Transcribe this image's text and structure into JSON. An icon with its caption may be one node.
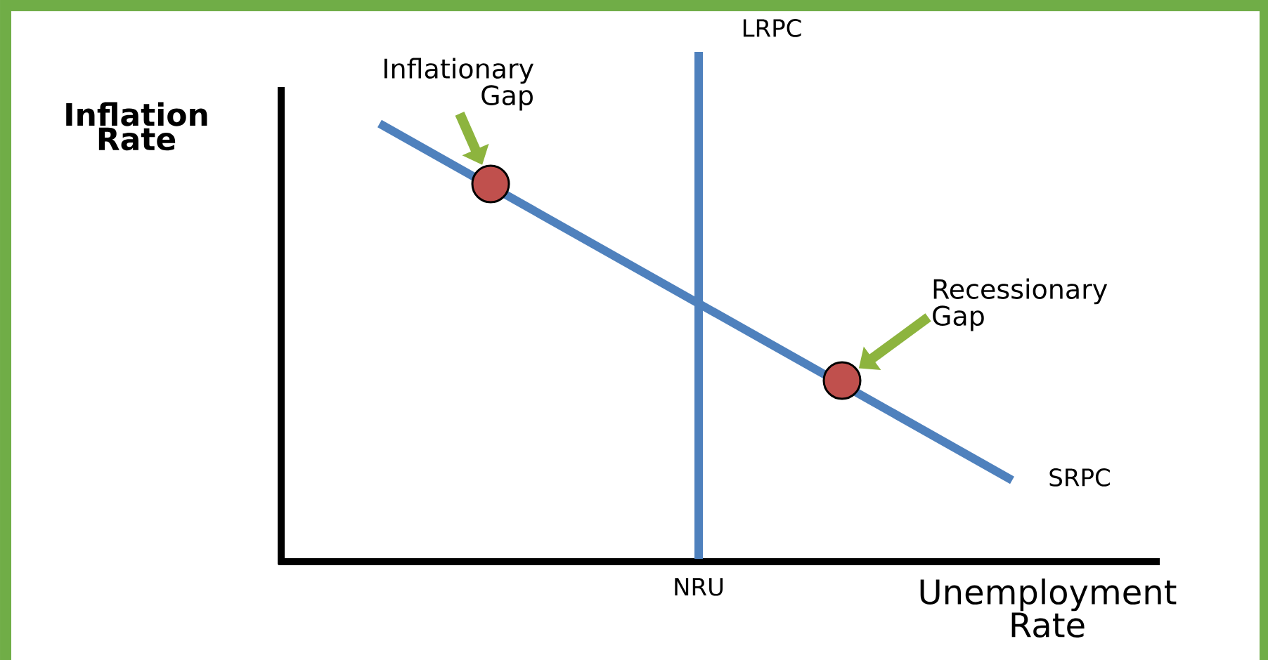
{
  "diagram": {
    "nodes": [
      {
        "text": [
          "Inflationary Gap"
        ]
      },
      {
        "text": [],
        "shape": "circle"
      },
      {
        "text": [
          "Recessionary Gap"
        ]
      },
      {
        "text": [],
        "shape": "circle"
      }
    ],
    "edges": [
      {
        "from": 0,
        "to": 1,
        "arrow": "to"
      },
      {
        "from": 2,
        "to": 3,
        "arrow": "to"
      }
    ],
    "labels": [
      "Inflation Rate",
      "LRPC",
      "SRPC",
      "NRU",
      "Unemployment Rate"
    ]
  }
}
